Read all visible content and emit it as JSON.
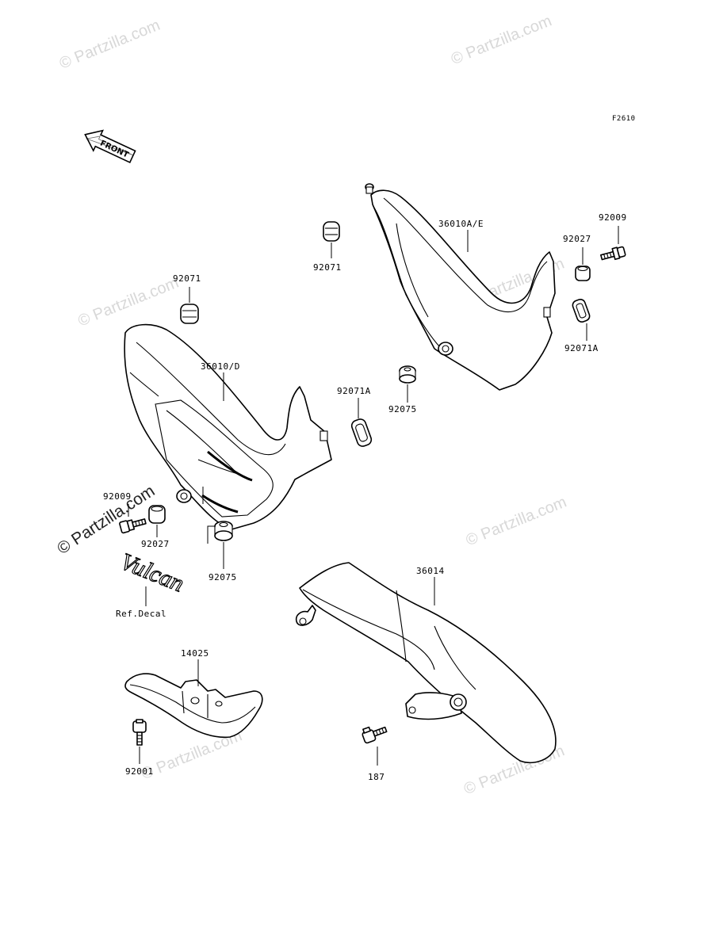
{
  "figure_code": "F2610",
  "front_arrow_label": "FRONT",
  "decal_text": "Vulcan",
  "decal_label": "Ref.Decal",
  "watermark_text": "© Partzilla.com",
  "parts": {
    "p92071_a": "92071",
    "p92071_b": "92071",
    "p36010ae": "36010A/E",
    "p92009_r": "92009",
    "p92027_r": "92027",
    "p92071a_r": "92071A",
    "p36010d": "36010/D",
    "p92071a_m": "92071A",
    "p92075_m": "92075",
    "p92009_l": "92009",
    "p92027_l": "92027",
    "p92075_l": "92075",
    "p36014": "36014",
    "p14025": "14025",
    "p92001": "92001",
    "p187": "187"
  }
}
